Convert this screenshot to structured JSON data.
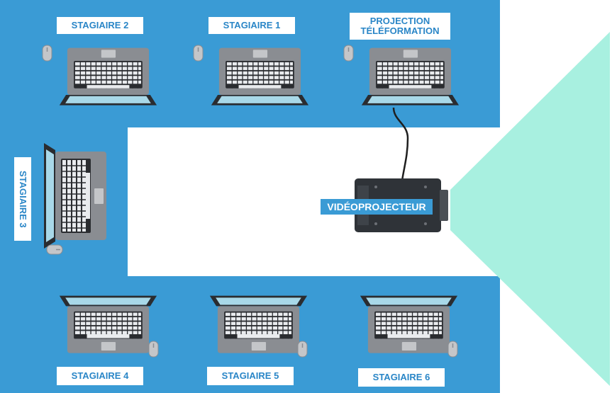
{
  "labels": {
    "stagiaire_1": "STAGIAIRE 1",
    "stagiaire_2": "STAGIAIRE 2",
    "stagiaire_3": "STAGIAIRE 3",
    "stagiaire_4": "STAGIAIRE 4",
    "stagiaire_5": "STAGIAIRE 5",
    "stagiaire_6": "STAGIAIRE 6",
    "projection_line1": "PROJECTION",
    "projection_line2": "TÉLÉFORMATION",
    "projector": "VIDÉOPROJECTEUR"
  },
  "colors": {
    "table": "#3a9bd5",
    "label_text": "#2a86c7",
    "projection_beam": "#a8f0e0",
    "laptop_body": "#8a8d92",
    "laptop_screen": "#a8d8e8",
    "projector_body": "#2f3338"
  }
}
